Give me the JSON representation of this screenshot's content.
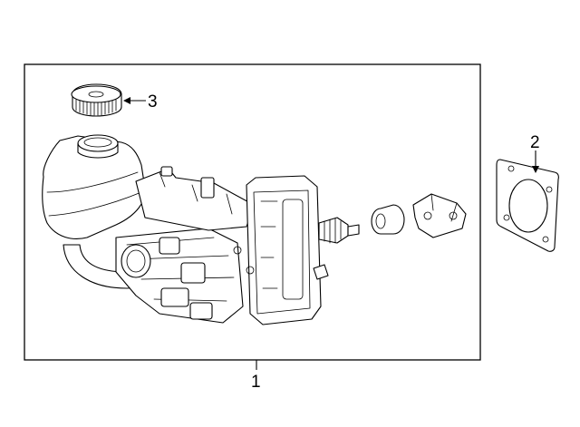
{
  "callouts": [
    {
      "id": "brake-booster-assembly",
      "number": "1"
    },
    {
      "id": "gasket",
      "number": "2"
    },
    {
      "id": "reservoir-cap",
      "number": "3"
    }
  ]
}
